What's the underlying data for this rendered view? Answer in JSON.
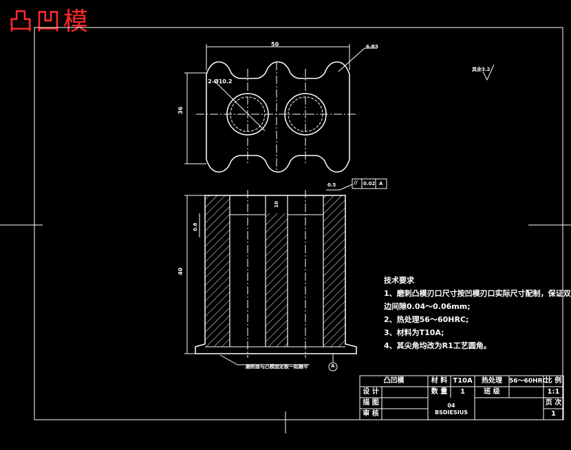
{
  "title": "凸凹模",
  "dimensions": {
    "width": "50",
    "height_top": "36",
    "height_front": "40",
    "radius": "6-R5",
    "holes": "2-Ø10.2",
    "front_small": "0.5",
    "inner_small": "10",
    "left_small": "0.8"
  },
  "roughness": "其余3.2",
  "flatness": {
    "symbol": "//",
    "value": "0.02",
    "datum": "A"
  },
  "datum_label": "A",
  "bottom_note": "磨削面与凸模固定板一起磨平",
  "tech": {
    "heading": "技术要求",
    "items": [
      "1、磨刺凸模刃口尺寸按凹模刃口实际尺寸配制，保证双",
      "边间隙0.04～0.06mm;",
      "2、热处理56～60HRC;",
      "3、材料为T10A;",
      "4、其尖角均改为R1工艺圆角。"
    ]
  },
  "title_block": {
    "name": "凸凹模",
    "material_label": "材 料",
    "material": "T10A",
    "heat_label": "热处理",
    "heat": "56～60HRC",
    "scale_label": "比 例",
    "scale": "1:1",
    "design_label": "设 计",
    "qty_label": "数 量",
    "qty": "1",
    "class_label": "班 级",
    "draw_label": "描 图",
    "check_label": "审 核",
    "page_label": "页 次",
    "page": "1",
    "code_top": "04",
    "code": "BSDIESIUS"
  }
}
